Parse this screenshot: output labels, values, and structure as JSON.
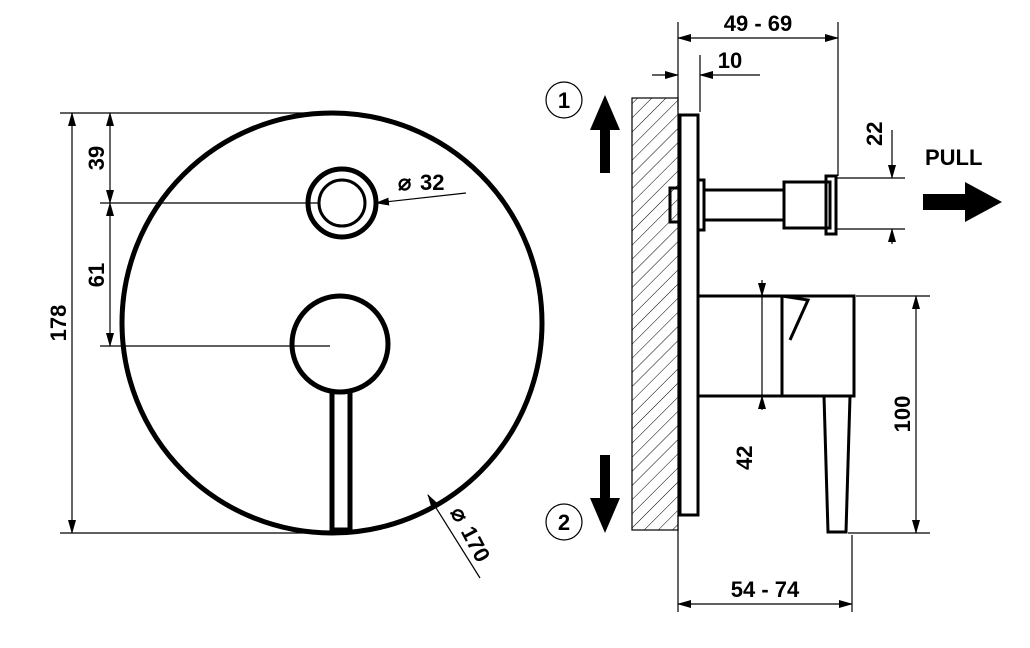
{
  "front_view": {
    "dim_overall_height": "178",
    "dim_top_to_button": "39",
    "dim_button_to_handle": "61",
    "dim_button_diameter": "32",
    "dim_plate_diameter": "170",
    "diameter_symbol": "⌀"
  },
  "side_view": {
    "dim_wall_depth_range": "49 - 69",
    "dim_plate_thickness": "10",
    "dim_button_pull_diameter": "22",
    "dim_body_diameter": "42",
    "dim_handle_height": "100",
    "dim_handle_depth_range": "54 - 74",
    "pull_label": "PULL",
    "outlet_up_label": "1",
    "outlet_down_label": "2"
  },
  "colors": {
    "line": "#000000",
    "background": "#ffffff"
  }
}
